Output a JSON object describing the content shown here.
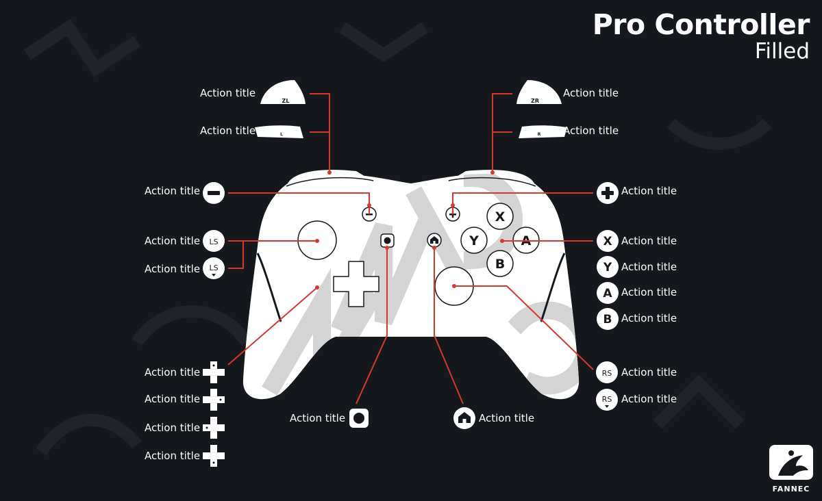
{
  "header": {
    "title": "Pro Controller",
    "subtitle": "Filled"
  },
  "brand": {
    "name": "FANNEC"
  },
  "labels": {
    "zl": "Action title",
    "l": "Action title",
    "zr": "Action title",
    "r": "Action title",
    "minus": "Action title",
    "plus": "Action title",
    "ls_press": "Action title",
    "ls_down": "Action title",
    "x": "Action title",
    "y": "Action title",
    "a": "Action title",
    "b": "Action title",
    "rs_press": "Action title",
    "rs_down": "Action title",
    "dpad_up": "Action title",
    "dpad_right": "Action title",
    "dpad_left": "Action title",
    "dpad_down": "Action title",
    "capture": "Action title",
    "home": "Action title"
  },
  "glyphs": {
    "zl": "ZL",
    "l": "L",
    "zr": "ZR",
    "r": "R",
    "ls": "LS",
    "rs": "RS",
    "x": "X",
    "y": "Y",
    "a": "A",
    "b": "B"
  },
  "colors": {
    "background": "#15181c",
    "accent": "#d9372b",
    "controller": "#ffffff",
    "watermark": "#d4d4d4"
  }
}
